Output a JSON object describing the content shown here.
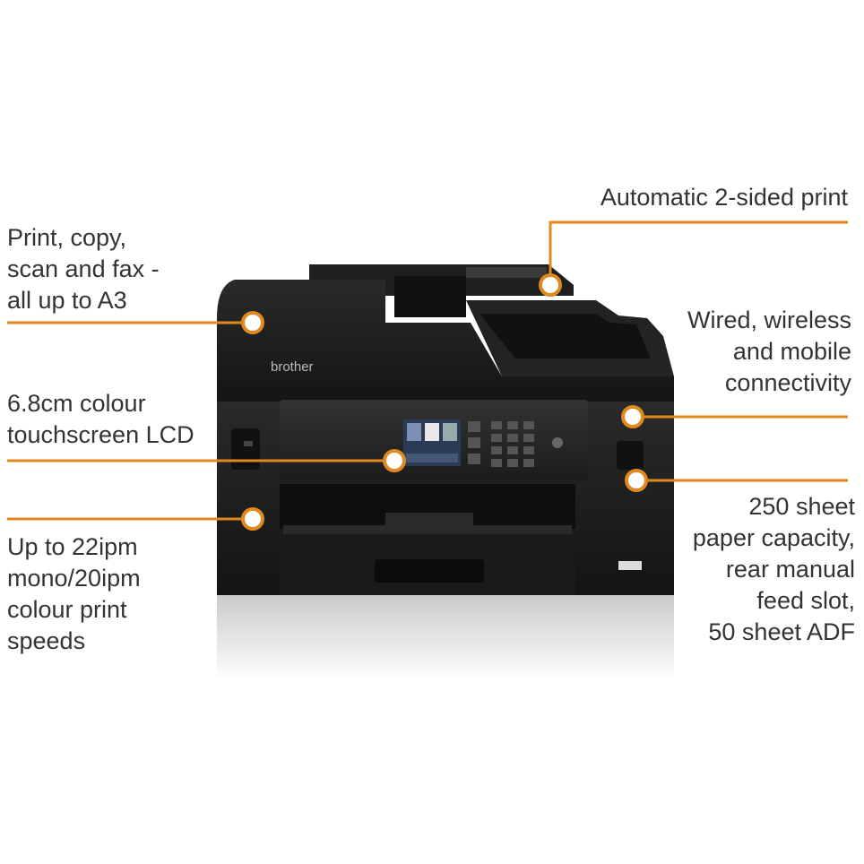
{
  "accent_color": "#e08a1e",
  "product": {
    "brand": "brother"
  },
  "callouts": {
    "print_copy": {
      "lines": [
        "Print, copy,",
        "scan and fax -",
        "all up to A3"
      ]
    },
    "lcd": {
      "lines": [
        "6.8cm colour",
        "touchscreen LCD"
      ]
    },
    "speed": {
      "lines": [
        "Up to 22ipm",
        "mono/20ipm",
        "colour print",
        "speeds"
      ]
    },
    "duplex": {
      "lines": [
        "Automatic 2-sided print"
      ]
    },
    "connectivity": {
      "lines": [
        "Wired, wireless",
        "and mobile",
        "connectivity"
      ]
    },
    "paper": {
      "lines": [
        "250 sheet",
        "paper capacity,",
        "rear manual",
        "feed slot,",
        "50 sheet ADF"
      ]
    }
  }
}
